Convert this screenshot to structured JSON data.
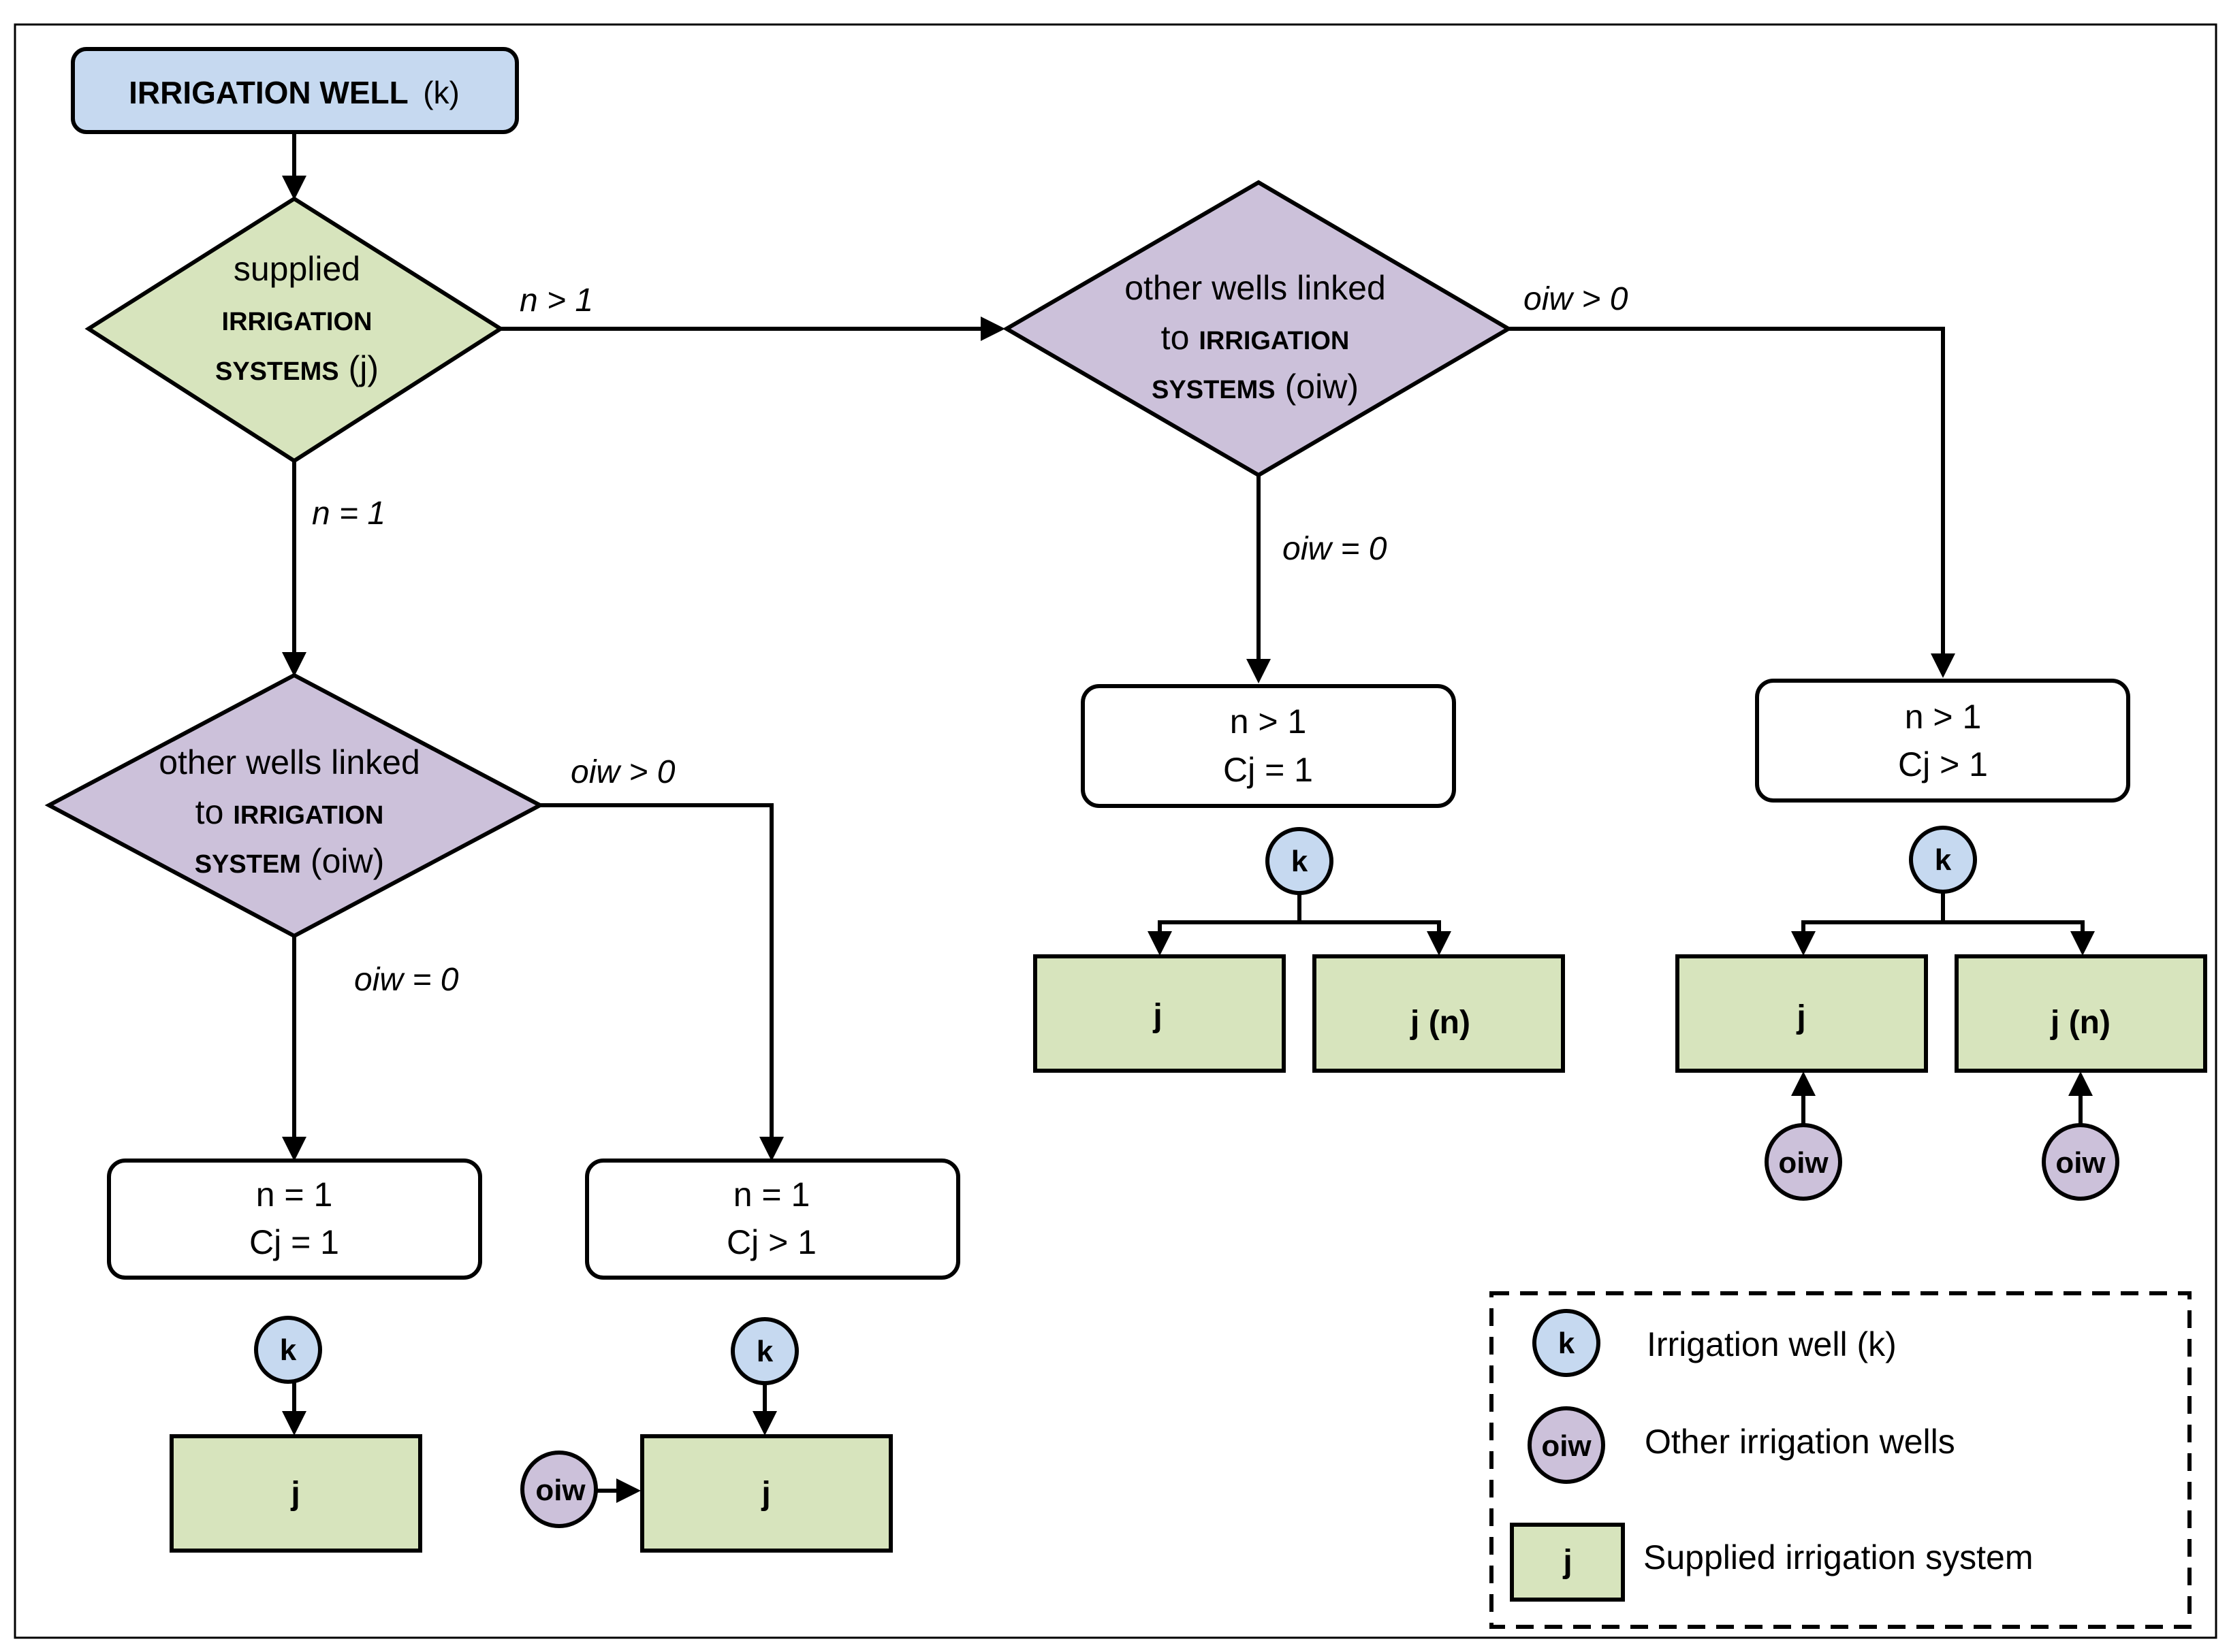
{
  "colors": {
    "blue": "#c6d9f0",
    "green": "#d7e4bd",
    "purple": "#ccc1da",
    "white": "#ffffff",
    "stroke": "#000000"
  },
  "start": {
    "title_sc": "Irrigation well",
    "title_tail": "(k)"
  },
  "decision_supplied": {
    "line1": "supplied",
    "line2_sc": "IRRIGATION",
    "line3_sc": "SYSTEMS",
    "line3_tail": "(j)"
  },
  "decision_other_left": {
    "line1": "other wells linked",
    "line2_head": "to",
    "line2_sc": "IRRIGATION",
    "line3_sc": "SYSTEM",
    "line3_tail": "(oiw)"
  },
  "decision_other_right": {
    "line1": "other wells linked",
    "line2_head": "to",
    "line2_sc": "IRRIGATION",
    "line3_sc": "SYSTEMS",
    "line3_tail": "(oiw)"
  },
  "edge_labels": {
    "n_gt_1": "n > 1",
    "n_eq_1": "n = 1",
    "left_oiw_gt_0": "oiw > 0",
    "left_oiw_eq_0": "oiw = 0",
    "right_oiw_gt_0": "oiw > 0",
    "right_oiw_eq_0": "oiw = 0"
  },
  "outcomes": [
    {
      "line1": "n = 1",
      "line2": "Cj = 1"
    },
    {
      "line1": "n = 1",
      "line2": "Cj > 1"
    },
    {
      "line1": "n > 1",
      "line2": "Cj = 1"
    },
    {
      "line1": "n > 1",
      "line2": "Cj > 1"
    }
  ],
  "nodes": {
    "k": "k",
    "oiw": "oiw",
    "j": "j",
    "jn": "j (n)"
  },
  "legend": {
    "k_symbol": "k",
    "k_label": "Irrigation well (k)",
    "oiw_symbol": "oiw",
    "oiw_label": "Other irrigation wells",
    "j_symbol": "j",
    "j_label": "Supplied irrigation system"
  }
}
